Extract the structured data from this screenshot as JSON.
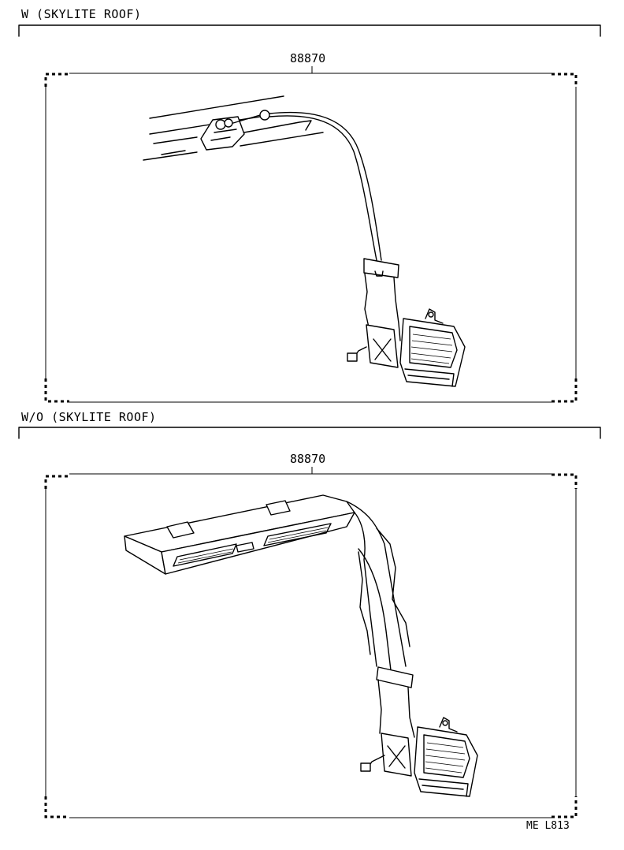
{
  "sections": [
    {
      "title": "W (SKYLITE  ROOF)",
      "part_number": "88870"
    },
    {
      "title": "W/O (SKYLITE  ROOF)",
      "part_number": "88870"
    }
  ],
  "footer": {
    "code": "ME  L813"
  }
}
